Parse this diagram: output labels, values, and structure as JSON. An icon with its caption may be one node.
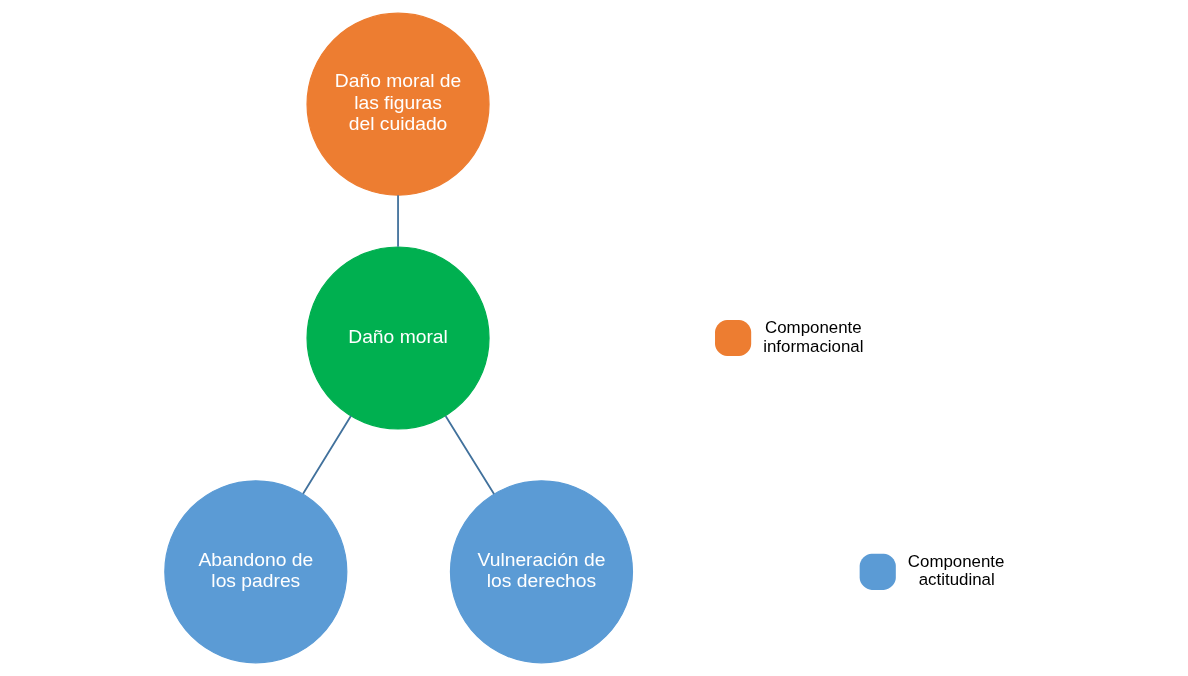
{
  "diagram": {
    "nodes": [
      {
        "text": [
          "Daño moral de las figuras del cuidado"
        ]
      },
      {
        "text": [
          "Daño moral"
        ]
      },
      {
        "text": [
          "Abandono de los padres"
        ]
      },
      {
        "text": [
          "Vulneración de los derechos"
        ]
      }
    ],
    "edges": [
      {
        "from": 0,
        "to": 1,
        "arrow": "none"
      },
      {
        "from": 1,
        "to": 2,
        "arrow": "none"
      },
      {
        "from": 1,
        "to": 3,
        "arrow": "none"
      }
    ],
    "legend": [
      {
        "text": "Componente informacional",
        "color": "#ed7d31"
      },
      {
        "text": "Componente actitudinal",
        "color": "#5b9bd5"
      }
    ]
  }
}
